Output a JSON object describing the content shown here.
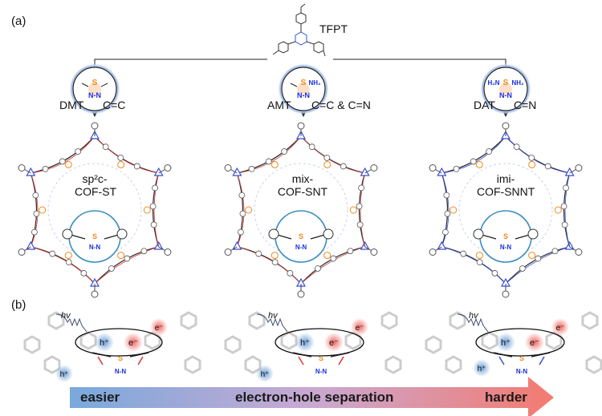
{
  "panels": {
    "a": "(a)",
    "b": "(b)"
  },
  "linker": {
    "name": "TFPT"
  },
  "monomers": [
    {
      "name": "DMT",
      "bond": "C=C",
      "cof_line1": "sp²c-",
      "cof_line2": "COF-ST"
    },
    {
      "name": "AMT",
      "bond": "C=C & C=N",
      "cof_line1": "mix-",
      "cof_line2": "COF-SNT"
    },
    {
      "name": "DAT",
      "bond": "C=N",
      "cof_line1": "imi-",
      "cof_line2": "COF-SNNT"
    }
  ],
  "atoms": {
    "S": "S",
    "NN": "N-N",
    "NH2": "NH₂",
    "H2N": "H₂N"
  },
  "photo": {
    "hv": "hv",
    "hole": "h⁺",
    "electron": "e⁻"
  },
  "arrow": {
    "left": "easier",
    "middle": "electron-hole separation",
    "right": "harder",
    "color_start": "#79a9dc",
    "color_mid": "#c9a9d2",
    "color_end": "#f47a6f"
  }
}
